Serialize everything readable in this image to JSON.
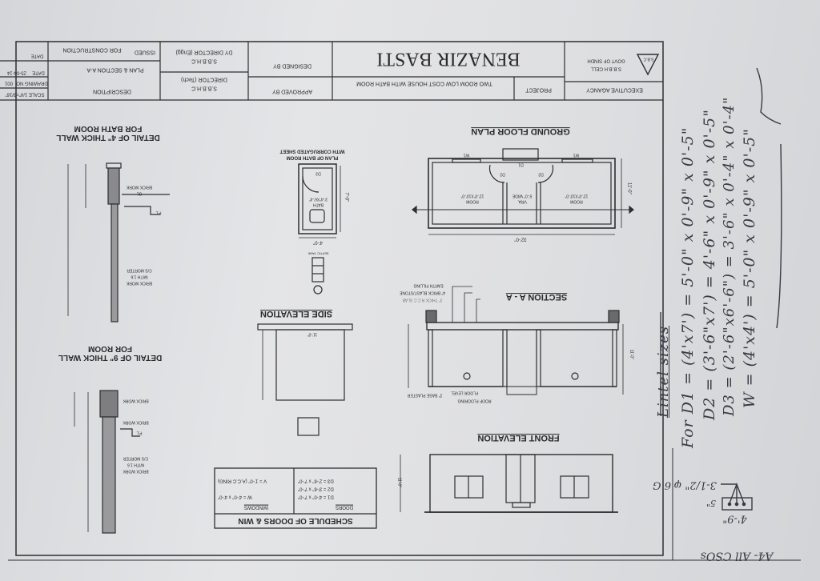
{
  "title_block": {
    "executive_agency_label": "EXECUTIVE AGANCY",
    "agency_line1": "S.B.B.H CELL",
    "agency_line2": "GOVT OF SINDH",
    "agency_logo_text": "S.B.C",
    "project_label": "PROJECT",
    "project_name": "BENAZIR BASTI",
    "project_description": "TWO ROOM LOW COST HOUSE WITH BATH ROOM",
    "designed_by_label": "DESIGNED BY",
    "approved_by_label": "APPROVED BY",
    "dy_director_org": "S.B.B.H.C",
    "dy_director_label": "DY DIRECTOR (Engg)",
    "director_org": "S.B.B.H.C",
    "director_label": "DIRECTOR (Tech)",
    "issued_label": "ISSUED",
    "issued_value": "FOR CONSTRUCTION",
    "description_value": "PLAN & SECTION A-A",
    "description_label": "DESCRIPTION",
    "date_label": "DATE",
    "date_label_2": "DATE",
    "date_value": "25-04-14",
    "drawing_no_label": "DRAWING NO",
    "drawing_no_value": "001",
    "scale_label": "SCALE 1/4\"=3/16\""
  },
  "ground_floor_plan": {
    "title": "GROUND FLOOR PLAN",
    "room_left": "ROOM",
    "room_left_size": "12'-0\"X10'-0\"",
    "room_right": "ROOM",
    "room_right_size": "12'-0\"X10'-0\"",
    "verandah": "VRA.",
    "verandah_size": "5'-0\" WIDE",
    "window_tags": [
      "W1",
      "W1"
    ],
    "door_tags": [
      "D2",
      "D2",
      "D1"
    ],
    "overall_width": "32'-0\"",
    "overall_depth": "11'-0\""
  },
  "section_aa": {
    "title": "SECTION A - A",
    "labels": [
      "EARTH FILLING",
      "4\" BRICK BLAST/STONE",
      "3\" THICK R.C.C SLAB"
    ],
    "bottom_labels": [
      "2\" BASE PLASTER",
      "FLOOR LEVEL",
      "ROOF FLOORING"
    ],
    "height": "11'-0\""
  },
  "front_elevation": {
    "title": "FRONT ELEVATION",
    "height": "11'-0\""
  },
  "side_elevation": {
    "title": "SIDE ELEVATION",
    "width": "11'-0\""
  },
  "bath_plan": {
    "title_line1": "PLAN OF BATH ROOM",
    "title_line2": "WITH CORRUGATED SHEET",
    "room": "BATH",
    "room_size": "3'-4\"X6'-4\"",
    "door_tag": "D3",
    "depth": "7'-0\"",
    "width": "4'-0\"",
    "septic_label": "SEPTIC TANK"
  },
  "detail_4in": {
    "title_line1": "DETAIL OF 4\" THICK WALL",
    "title_line2": "FOR BATH ROOM",
    "labels": [
      "BRICK WORK",
      "GL",
      "P.L",
      "BRICK WORK",
      "WITH 1:6",
      "C/S MORTER"
    ]
  },
  "detail_9in": {
    "title_line1": "DETAIL OF 9\" THICK WALL",
    "title_line2": "FOR ROOM",
    "labels": [
      "BRICK WORK",
      "BRICK WORK",
      "P.L",
      "BRICK WORK",
      "WITH 1:6",
      "C/S MORTER"
    ]
  },
  "schedule": {
    "title": "SCHEDULE OF DOORS & WIN",
    "doors_header": "DOORS",
    "windows_header": "WINDOWS",
    "doors": [
      "D1  =  4'-0\" x 7'-0\"",
      "D2  =  3'-6\" x 7'-0\"",
      "D3  =  2'-6\" x 7'-0\""
    ],
    "windows": [
      "W  =  4'-0\" x 4'-0\"",
      "V  =  1'-0\" (A.C.C RING)"
    ]
  },
  "handwritten": {
    "heading": "Lintel sizes",
    "lines": [
      "For D1 = (4'x7') = 5'-0\" x 0'-9\" x 0'-5\"",
      "D2 = (3'-6\"x7') = 4'-6\" x 0'-9\" x 0'-5\"",
      "D3 = (2'-6\"x6'-6\") = 3'-6\" x 0'-4\" x 0'-4\"",
      "W = (4'x4') = 5'-0\" x 0'-9\" x 0'-5\""
    ],
    "bar_note": "3-1/2\" φ 6 G",
    "bar_dim": "4'-9\"",
    "bar_dim_2": "5\"",
    "footer_note": "A4- All CSOs"
  },
  "colors": {
    "paper": "#e0e1e3",
    "ink": "#2a2a2c",
    "pencil": "#3a3a45"
  }
}
